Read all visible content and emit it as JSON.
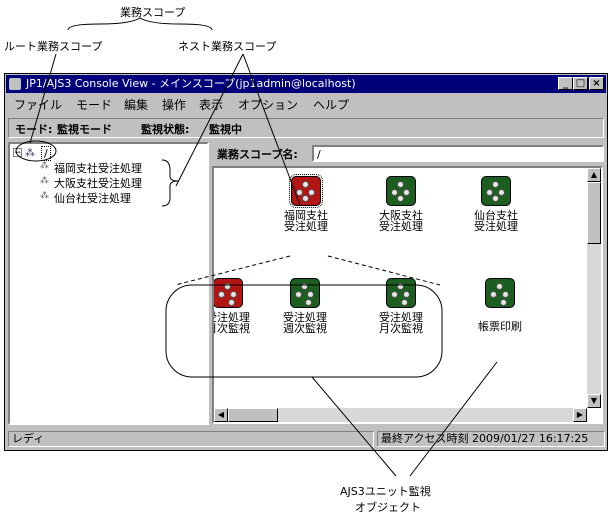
{
  "annotations": {
    "business_scope": "業務スコープ",
    "root_scope": "ルート業務スコープ",
    "nest_scope": "ネスト業務スコープ",
    "unit_monitor_line1": "AJS3ユニット監視",
    "unit_monitor_line2": "オブジェクト"
  },
  "window": {
    "title": "JP1/AJS3 Console View - メインスコープ(jp1admin@localhost)",
    "minimize": "_",
    "maximize": "□",
    "close": "×"
  },
  "menu": [
    "ファイル",
    "モード",
    "編集",
    "操作",
    "表示",
    "オプション",
    "ヘルプ"
  ],
  "status_row": {
    "mode_label": "モード:",
    "mode_value": "監視モード",
    "state_label": "監視状態:",
    "state_value": "監視中"
  },
  "tree": {
    "root": "/",
    "children": [
      "福岡支社受注処理",
      "大阪支社受注処理",
      "仙台社受注処理"
    ]
  },
  "scope": {
    "label": "業務スコープ名:",
    "value": "/"
  },
  "map_items": {
    "fukuoka": [
      "福岡支社",
      "受注処理"
    ],
    "osaka": [
      "大阪支社",
      "受注処理"
    ],
    "sendai": [
      "仙台支社",
      "受注処理"
    ],
    "daily": [
      "受注処理",
      "日次監視"
    ],
    "weekly": [
      "受注処理",
      "週次監視"
    ],
    "monthly": [
      "受注処理",
      "月次監視"
    ],
    "report": [
      "帳票印刷"
    ]
  },
  "statusbar": {
    "ready": "レディ",
    "last_access": "最終アクセス時刻 2009/01/27 16:17:25"
  },
  "colors": {
    "title_bar": "#00007b",
    "abnormal": "#b31414",
    "normal": "#1b5e20"
  }
}
